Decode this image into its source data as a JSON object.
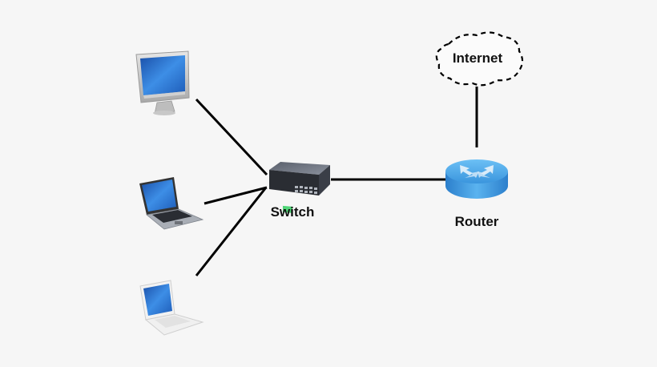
{
  "nodes": {
    "desktop": {
      "label": "",
      "icon": "desktop-computer-icon"
    },
    "laptop_dark": {
      "label": "",
      "icon": "laptop-icon"
    },
    "laptop_white": {
      "label": "",
      "icon": "white-laptop-icon"
    },
    "switch": {
      "label": "Switch",
      "icon": "network-switch-icon"
    },
    "router": {
      "label": "Router",
      "icon": "router-icon"
    },
    "internet": {
      "label": "Internet",
      "icon": "cloud-icon"
    }
  },
  "connections": [
    {
      "from": "desktop",
      "to": "switch"
    },
    {
      "from": "laptop_dark",
      "to": "switch"
    },
    {
      "from": "laptop_white",
      "to": "switch"
    },
    {
      "from": "switch",
      "to": "router"
    },
    {
      "from": "router",
      "to": "internet"
    }
  ],
  "colors": {
    "background": "#f6f6f6",
    "line": "#000000",
    "screen_blue": "#2f7fd6",
    "router_blue": "#4aa3e6",
    "switch_gray": "#4a4f5a",
    "port_green": "#3fd16a"
  }
}
